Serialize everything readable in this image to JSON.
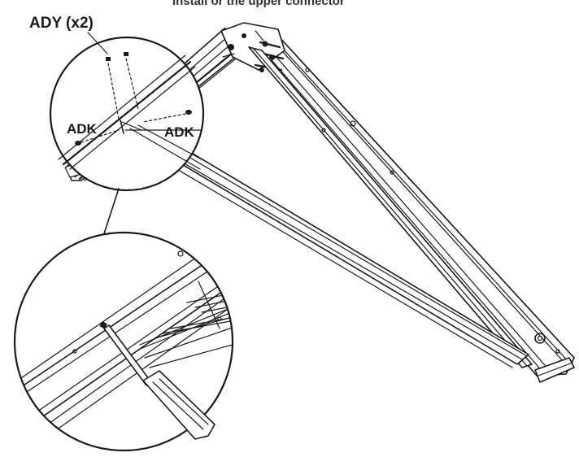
{
  "header": {
    "cut_text": "Install or the upper connector"
  },
  "callouts": {
    "part_ady": "ADY (x2)",
    "part_adk_left": "ADK",
    "part_adk_right": "ADK"
  },
  "icons": {
    "frame": "a-frame-truss-icon",
    "detail_top": "magnifier-detail-icon",
    "detail_bottom": "magnifier-detail-icon",
    "screwdriver": "screwdriver-icon",
    "screw": "screw-icon"
  },
  "colors": {
    "ink": "#1a1a1a",
    "background": "#ffffff"
  }
}
